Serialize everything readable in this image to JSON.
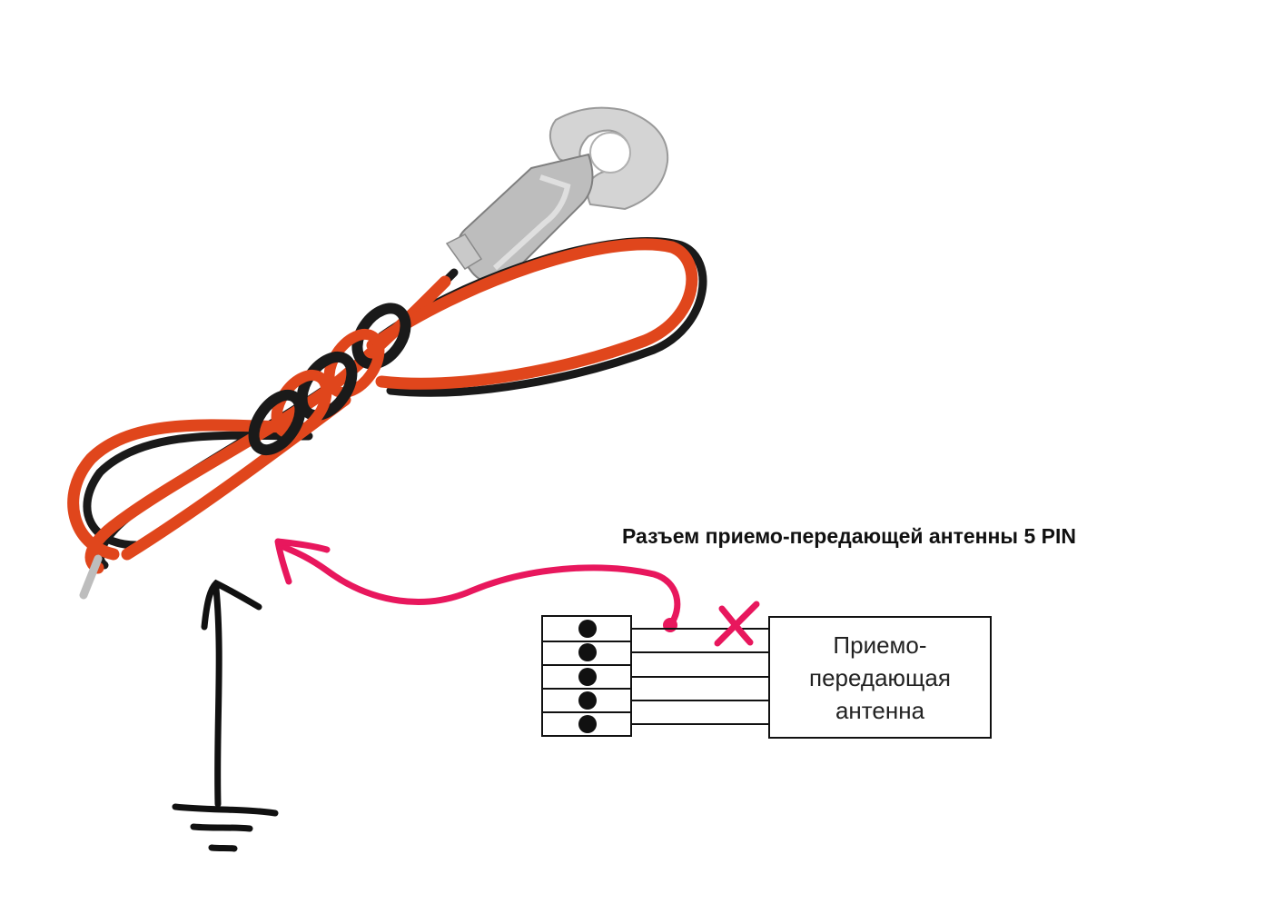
{
  "diagram": {
    "connector_title": "Разъем приемо-передающей антенны 5 PIN",
    "antenna_label_lines": [
      "Приемо-",
      "передающая",
      "антенна"
    ],
    "pin_count": 5,
    "colors": {
      "line": "#111111",
      "arrow": "#e8175d",
      "cross": "#e8175d",
      "wire_red": "#e0461c",
      "wire_black": "#1a1a1a",
      "lug_metal": "#b9b9b9"
    },
    "icons": {
      "ground": "ground-symbol-icon",
      "arrow_up": "arrow-up-icon",
      "cross": "cross-mark-icon",
      "ring_terminal_cable": "ring-terminal-wire-image"
    }
  }
}
